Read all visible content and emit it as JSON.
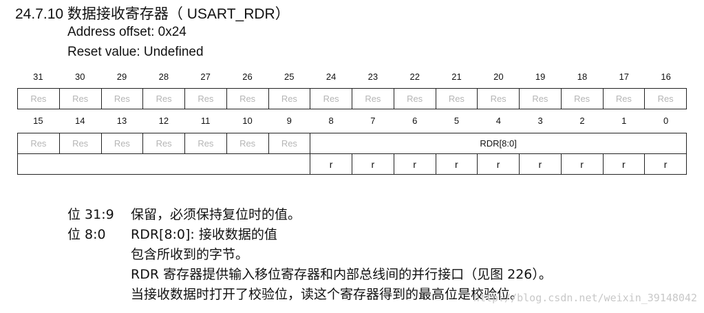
{
  "header": {
    "title": "24.7.10 数据接收寄存器（ USART_RDR）",
    "address_offset": "Address offset: 0x24",
    "reset_value": "Reset value: Undefined"
  },
  "register": {
    "upper_bits": [
      "31",
      "30",
      "29",
      "28",
      "27",
      "26",
      "25",
      "24",
      "23",
      "22",
      "21",
      "20",
      "19",
      "18",
      "17",
      "16"
    ],
    "upper_cells": [
      "Res",
      "Res",
      "Res",
      "Res",
      "Res",
      "Res",
      "Res",
      "Res",
      "Res",
      "Res",
      "Res",
      "Res",
      "Res",
      "Res",
      "Res",
      "Res"
    ],
    "lower_bits": [
      "15",
      "14",
      "13",
      "12",
      "11",
      "10",
      "9",
      "8",
      "7",
      "6",
      "5",
      "4",
      "3",
      "2",
      "1",
      "0"
    ],
    "lower_reserved": [
      "Res",
      "Res",
      "Res",
      "Res",
      "Res",
      "Res",
      "Res"
    ],
    "field_name": "RDR[8:0]",
    "access": [
      "r",
      "r",
      "r",
      "r",
      "r",
      "r",
      "r",
      "r",
      "r"
    ]
  },
  "description": {
    "rows": [
      {
        "label": "位 31:9",
        "text": "保留，必须保持复位时的值。"
      },
      {
        "label": "位 8:0",
        "text": "RDR[8:0]: 接收数据的值"
      }
    ],
    "continuation": [
      "包含所收到的字节。",
      "RDR 寄存器提供输入移位寄存器和内部总线间的并行接口（见图 226）。",
      "当接收数据时打开了校验位，读这个寄存器得到的最高位是校验位。"
    ]
  },
  "watermark": "http://blog.csdn.net/weixin_39148042"
}
